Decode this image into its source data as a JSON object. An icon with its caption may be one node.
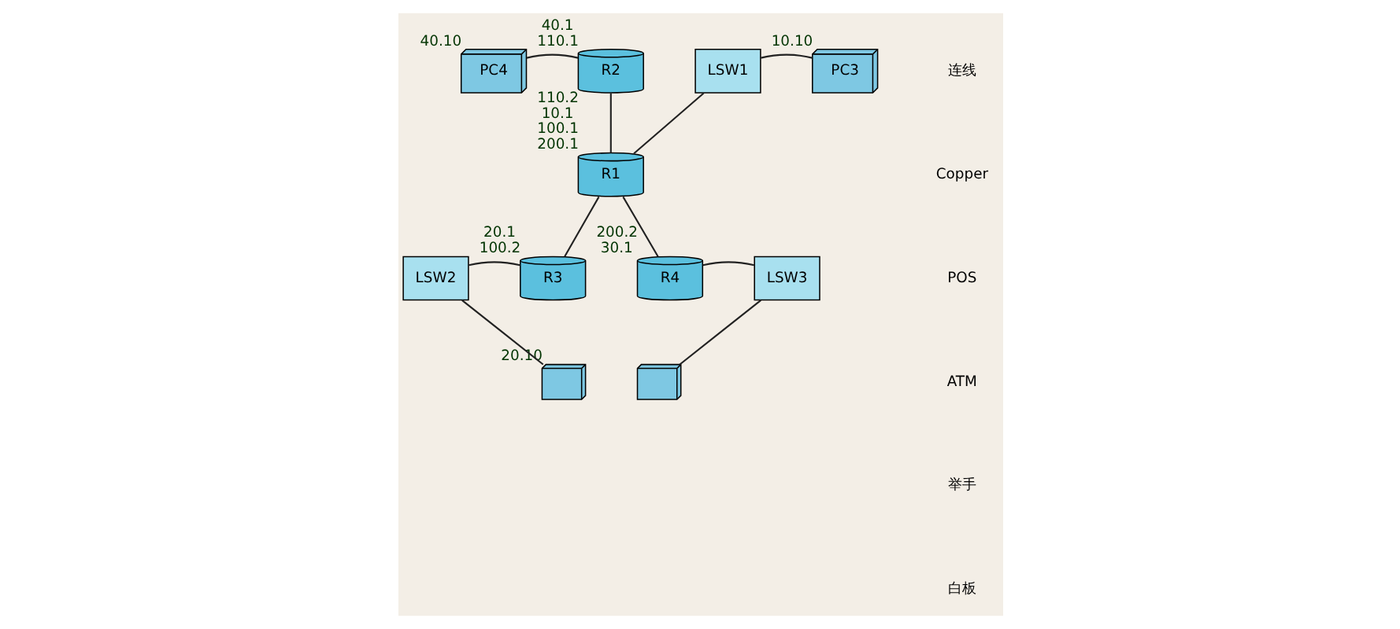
{
  "diagram": {
    "nodes": [
      {
        "text": [
          "PC4"
        ],
        "beside": [
          "40.10"
        ]
      },
      {
        "text": [
          "R2"
        ],
        "beside": [
          "40.1",
          "110.1"
        ]
      },
      {
        "text": [
          "LSW1"
        ]
      },
      {
        "text": [
          "PC3"
        ],
        "beside": [
          "10.10"
        ]
      },
      {
        "text": [
          "R1"
        ],
        "beside": [
          "110.2",
          "10.1",
          "100.1",
          "200.1"
        ]
      },
      {
        "text": [
          "LSW2"
        ]
      },
      {
        "text": [
          "R3"
        ],
        "beside": [
          "20.1",
          "100.2"
        ]
      },
      {
        "text": [
          "R4"
        ],
        "beside": [
          "200.2",
          "30.1"
        ]
      },
      {
        "text": [
          "LSW3"
        ]
      },
      {
        "text": [],
        "shape": "picture",
        "beside": [
          "20.10"
        ]
      },
      {
        "text": [],
        "shape": "picture"
      }
    ],
    "edges": [
      {
        "from": 0,
        "to": 1,
        "arrow": "none"
      },
      {
        "from": 1,
        "to": 4,
        "arrow": "none"
      },
      {
        "from": 4,
        "to": 2,
        "arrow": "none"
      },
      {
        "from": 2,
        "to": 3,
        "arrow": "none"
      },
      {
        "from": 4,
        "to": 6,
        "arrow": "none"
      },
      {
        "from": 4,
        "to": 7,
        "arrow": "none"
      },
      {
        "from": 5,
        "to": 6,
        "arrow": "none"
      },
      {
        "from": 7,
        "to": 8,
        "arrow": "none"
      },
      {
        "from": 5,
        "to": 9,
        "arrow": "none"
      },
      {
        "from": 8,
        "to": 10,
        "arrow": "none"
      }
    ],
    "labels": [
      "连线",
      "Copper",
      "POS",
      "ATM",
      "举手",
      "白板"
    ]
  }
}
